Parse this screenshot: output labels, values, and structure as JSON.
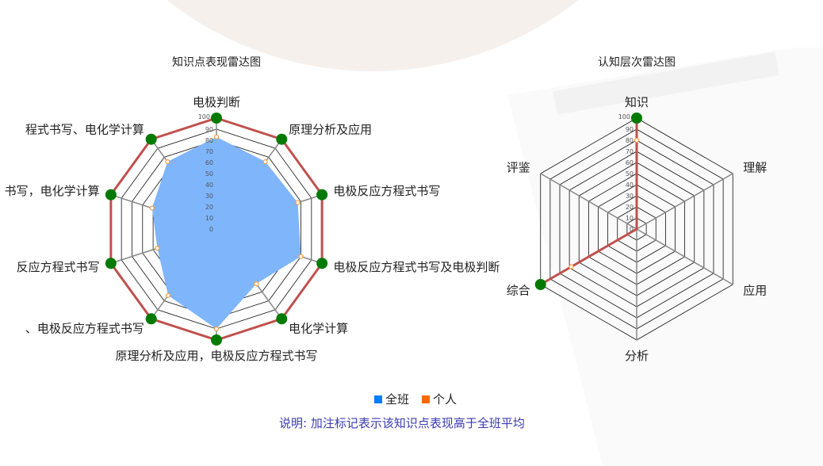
{
  "legend": {
    "class_label": "全班",
    "personal_label": "个人",
    "class_color": "#0a7cff",
    "personal_color": "#ff6a00"
  },
  "note": "说明: 加注标记表示该知识点表现高于全班平均",
  "chart_data": [
    {
      "type": "radar",
      "title": "知识点表现雷达图",
      "categories": [
        "电极判断",
        "原理分析及应用",
        "电极反应方程式书写",
        "电极反应方程式书写及电极判断",
        "电化学计算",
        "原理分析及应用，电极反应方程式书写",
        "、电极反应方程式书写",
        "反应方程式书写",
        "书写，电化学计算",
        "程式书写、电化学计算"
      ],
      "ticks": [
        "0",
        "10",
        "20",
        "30",
        "40",
        "50",
        "60",
        "70",
        "80",
        "90",
        "100"
      ],
      "range": [
        0,
        100
      ],
      "series": [
        {
          "name": "全班",
          "values": [
            83,
            75,
            77,
            80,
            61,
            90,
            74,
            56,
            61,
            75
          ],
          "fill": "#7fb5fb",
          "marker": "#ff9a3c"
        },
        {
          "name": "个人",
          "values": [
            100,
            100,
            100,
            100,
            100,
            100,
            100,
            100,
            100,
            100
          ],
          "line": "#c0504d",
          "marker": "#007a00"
        }
      ]
    },
    {
      "type": "radar",
      "title": "认知层次雷达图",
      "categories": [
        "知识",
        "理解",
        "应用",
        "分析",
        "综合",
        "评鉴"
      ],
      "ticks": [
        "0",
        "10",
        "20",
        "30",
        "40",
        "50",
        "60",
        "70",
        "80",
        "90",
        "100"
      ],
      "range": [
        0,
        100
      ],
      "series": [
        {
          "name": "全班",
          "values": [
            80,
            0,
            0,
            0,
            68,
            0
          ],
          "fill": "none",
          "marker": "#ff9a3c"
        },
        {
          "name": "个人",
          "values": [
            100,
            0,
            0,
            0,
            100,
            0
          ],
          "line": "#c0504d",
          "marker": "#007a00"
        }
      ]
    }
  ]
}
